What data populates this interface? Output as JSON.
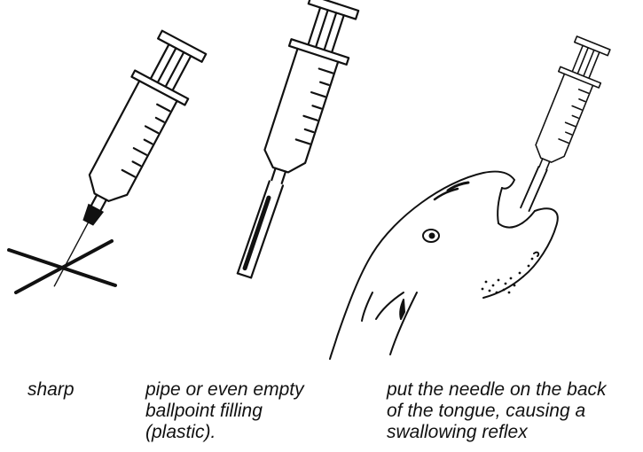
{
  "captions": {
    "sharp": [
      "sharp"
    ],
    "pipe": [
      "pipe or even empty",
      "ballpoint filling",
      "(plastic)."
    ],
    "needle": [
      "put the needle on the back",
      "of the tongue, causing a",
      "swallowing reflex"
    ]
  },
  "colors": {
    "ink": "#111111",
    "background": "#ffffff"
  },
  "icons": [
    "syringe-icon",
    "cross-mark-icon",
    "plastic-tube-icon",
    "animal-head-icon"
  ]
}
